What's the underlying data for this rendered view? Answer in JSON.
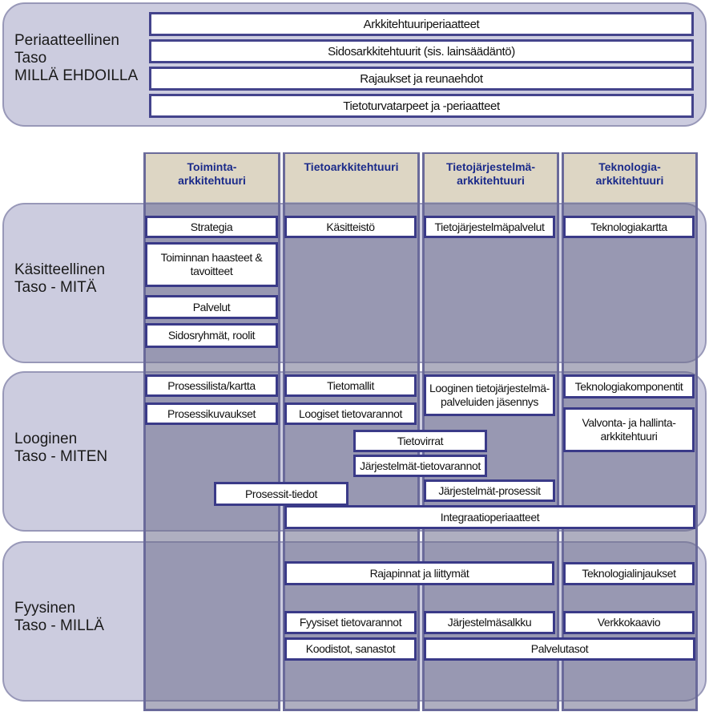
{
  "principles": {
    "label": "Periaatteellinen\nTaso\nMILLÄ EHDOILLA",
    "items": [
      "Arkkitehtuuriperiaatteet",
      "Sidosarkkitehtuurit (sis. lainsäädäntö)",
      "Rajaukset ja reunaehdot",
      "Tietoturvatarpeet ja -periaatteet"
    ]
  },
  "levels": {
    "conceptual": "Käsitteellinen\nTaso - MITÄ",
    "logical": "Looginen\nTaso - MITEN",
    "physical": "Fyysinen\nTaso - MILLÄ"
  },
  "columns": [
    "Toiminta-\narkkitehtuuri",
    "Tietoarkkitehtuuri",
    "Tietojärjestelmä-\narkkitehtuuri",
    "Teknologia-\narkkitehtuuri"
  ],
  "conceptual": {
    "strategy": "Strategia",
    "challenges": "Toiminnan haasteet &\ntavoitteet",
    "services": "Palvelut",
    "stakeholders": "Sidosryhmät, roolit",
    "concepts": "Käsitteistö",
    "is_services": "Tietojärjestelmäpalvelut",
    "tech_map": "Teknologiakartta"
  },
  "logical": {
    "process_list": "Prosessilista/kartta",
    "process_desc": "Prosessikuvaukset",
    "info_models": "Tietomallit",
    "logical_stores": "Loogiset tietovarannot",
    "info_flows": "Tietovirrat",
    "systems_stores": "Järjestelmät-tietovarannot",
    "process_info": "Prosessit-tiedot",
    "logical_is_services": "Looginen tietojärjestelmä-\npalveluiden jäsennys",
    "systems_processes": "Järjestelmät-prosessit",
    "tech_components": "Teknologiakomponentit",
    "monitoring": "Valvonta- ja hallinta-\narkkitehtuuri",
    "integration": "Integraatioperiaatteet"
  },
  "physical": {
    "interfaces": "Rajapinnat ja liittymät",
    "tech_choices": "Teknologialinjaukset",
    "physical_stores": "Fyysiset tietovarannot",
    "system_portfolio": "Järjestelmäsalkku",
    "network": "Verkkokaavio",
    "codes": "Koodistot, sanastot",
    "service_levels": "Palvelutasot"
  }
}
